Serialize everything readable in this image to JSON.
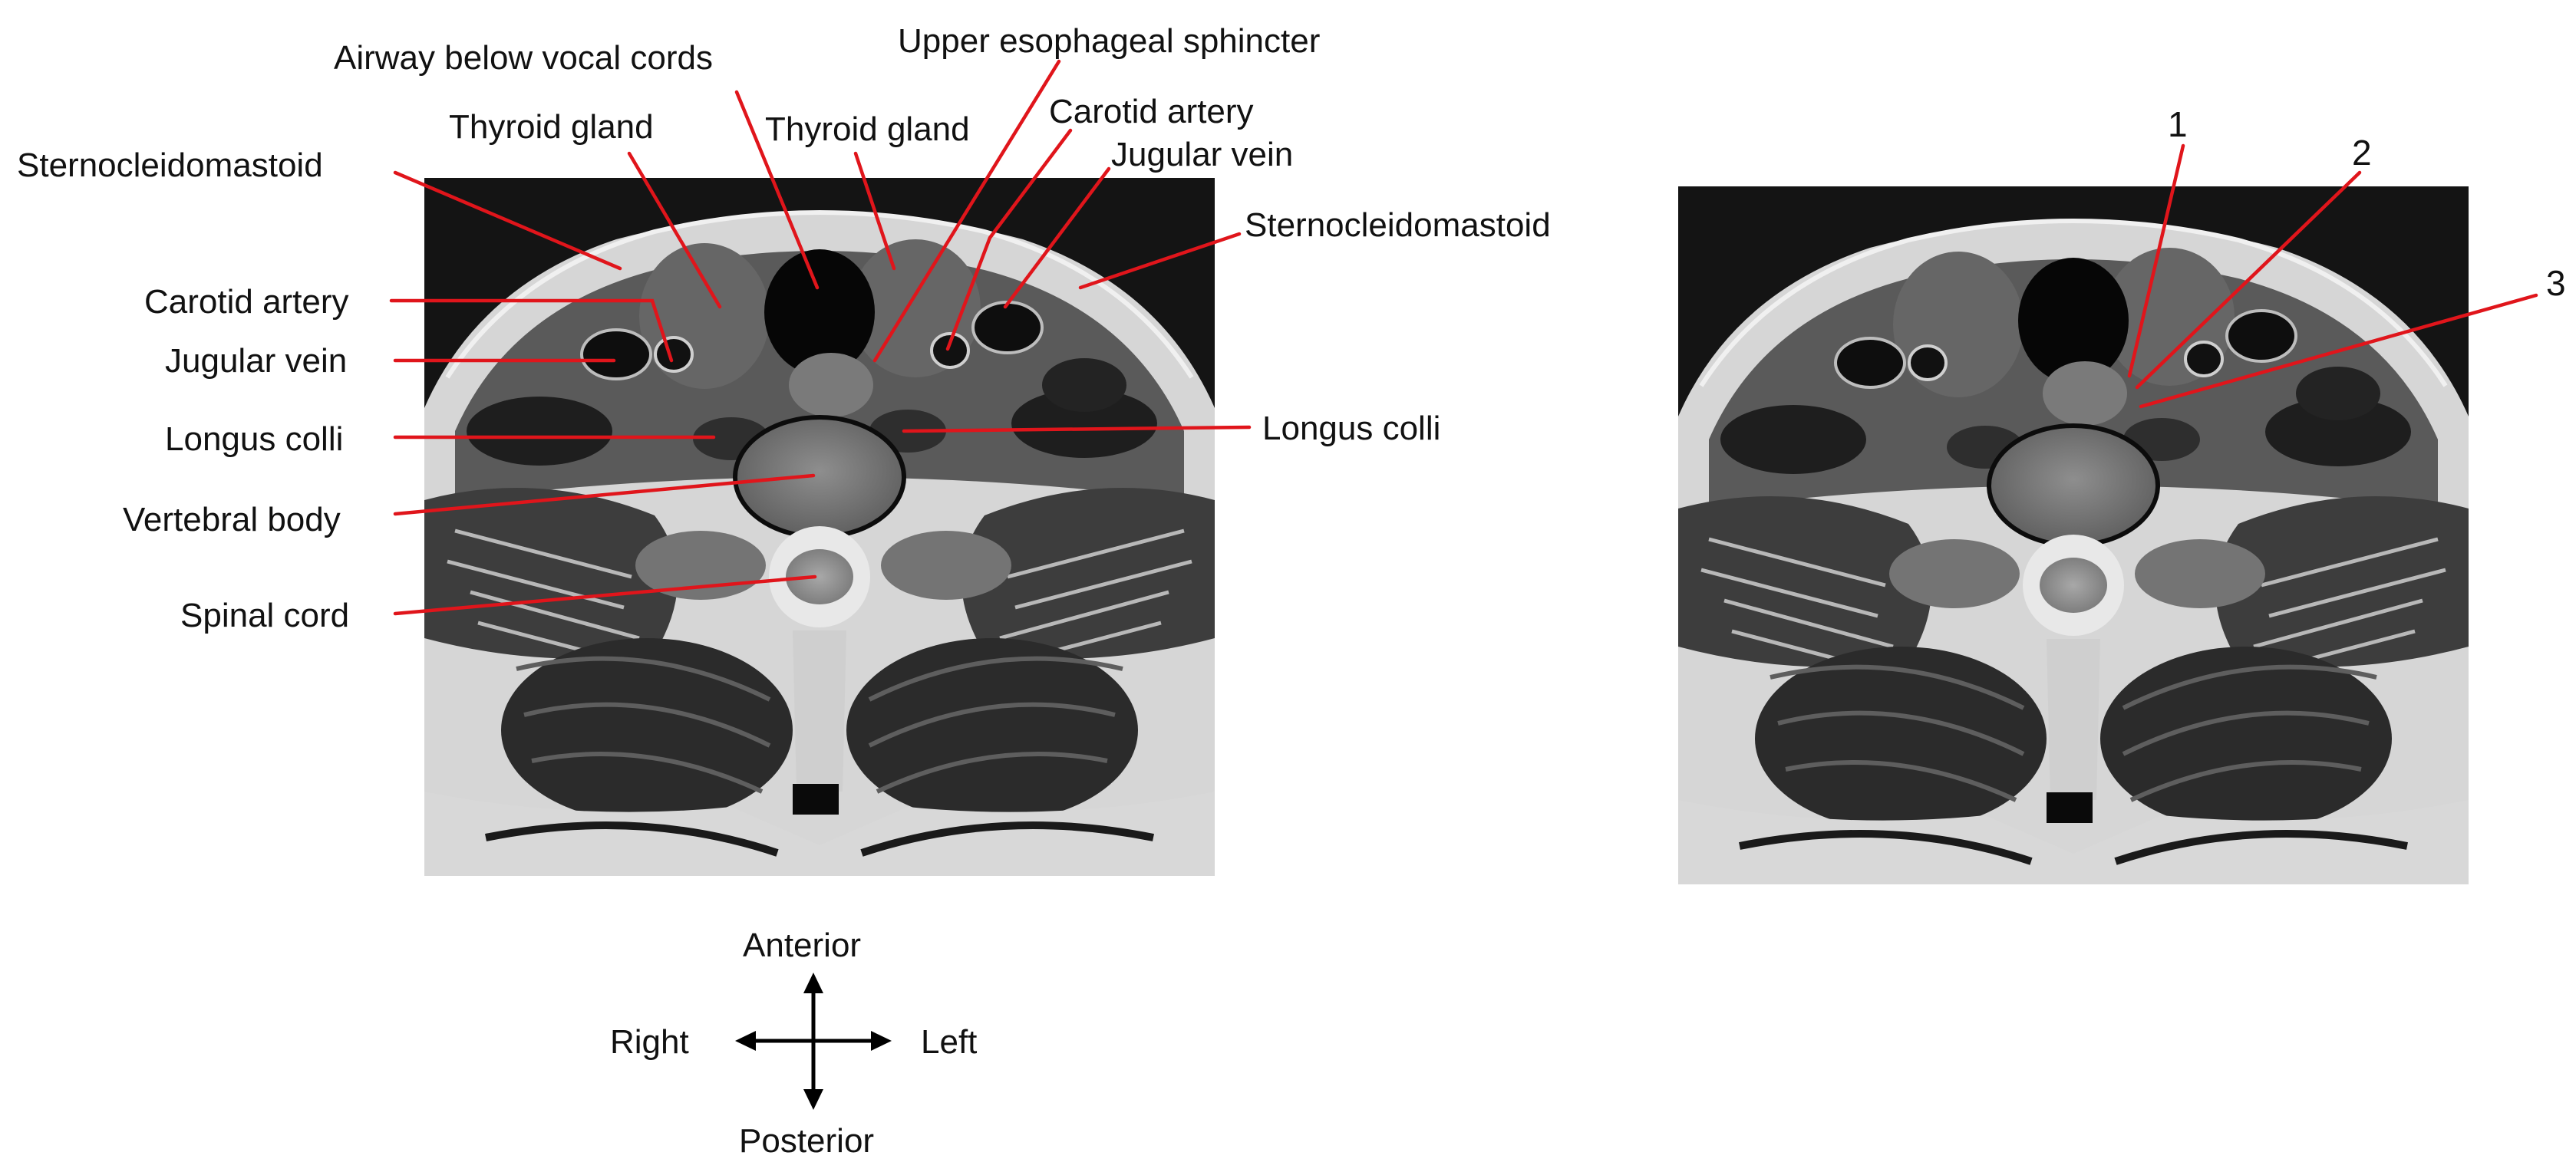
{
  "left_panel": {
    "labels": {
      "airway": "Airway below vocal cords",
      "ues": "Upper esophageal sphincter",
      "thyroid_right": "Thyroid gland",
      "thyroid_left": "Thyroid gland",
      "carotid_left": "Carotid artery",
      "jugular_left": "Jugular vein",
      "scm_right": "Sternocleidomastoid",
      "scm_left": "Sternocleidomastoid",
      "carotid_right": "Carotid artery",
      "jugular_right": "Jugular vein",
      "longus_right": "Longus colli",
      "longus_left": "Longus colli",
      "vertebral_body": "Vertebral body",
      "spinal_cord": "Spinal cord"
    }
  },
  "right_panel": {
    "numbers": [
      "1",
      "2",
      "3"
    ]
  },
  "orientation": {
    "anterior": "Anterior",
    "posterior": "Posterior",
    "right": "Right",
    "left": "Left"
  },
  "colors": {
    "leader_line": "#e0151b",
    "label_text": "#111111",
    "background": "#ffffff"
  }
}
